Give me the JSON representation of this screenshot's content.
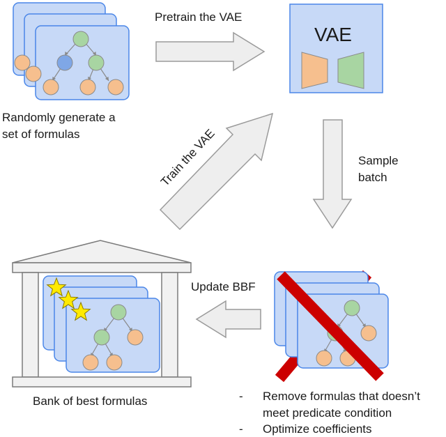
{
  "labels": {
    "generate_line1": "Randomly generate a",
    "generate_line2": "set of formulas",
    "pretrain": "Pretrain the VAE",
    "vae": "VAE",
    "sample_line1": "Sample",
    "sample_line2": "batch",
    "train": "Train the VAE",
    "update": "Update BBF",
    "bank": "Bank of best formulas",
    "bullet1_line1": "Remove formulas that doesn’t",
    "bullet1_line2": "meet predicate condition",
    "bullet2": "Optimize coefficients",
    "bullet_marker": "-"
  },
  "colors": {
    "card_fill": "#c7d9f7",
    "card_stroke": "#4a86e8",
    "node_green": "#a8d5a2",
    "node_blue": "#7fa7e6",
    "node_orange": "#f6bf8e",
    "node_stroke": "#8a8a8a",
    "arrow_fill": "#eeeeee",
    "arrow_stroke": "#9a9a9a",
    "temple_fill": "#f1f1f1",
    "temple_stroke": "#7a7a7a",
    "star_fill": "#ffea00",
    "star_stroke": "#8a7a00",
    "cross": "#cc0000"
  }
}
